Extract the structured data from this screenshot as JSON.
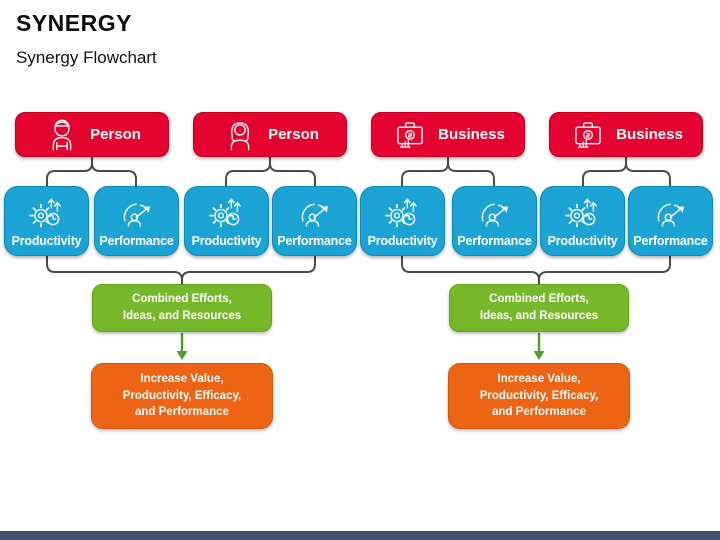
{
  "slide": {
    "title": "SYNERGY",
    "subtitle": "Synergy Flowchart"
  },
  "colors": {
    "source_box": "#e4032e",
    "metric_box": "#1ba3d4",
    "combined_box": "#77b82a",
    "result_box": "#ee6415",
    "connector": "#4a4a4a",
    "arrow": "#4e9c2e",
    "footer_bar": "#44526b",
    "title_text": "#0d0d0d",
    "box_text": "#ffffff"
  },
  "groups": [
    {
      "source": {
        "label": "Person",
        "icon": "man-icon"
      },
      "metrics": [
        {
          "label": "Productivity",
          "icon": "productivity-icon"
        },
        {
          "label": "Performance",
          "icon": "performance-icon"
        }
      ]
    },
    {
      "source": {
        "label": "Person",
        "icon": "woman-icon"
      },
      "metrics": [
        {
          "label": "Productivity",
          "icon": "productivity-icon"
        },
        {
          "label": "Performance",
          "icon": "performance-icon"
        }
      ]
    },
    {
      "source": {
        "label": "Business",
        "icon": "briefcase-icon"
      },
      "metrics": [
        {
          "label": "Productivity",
          "icon": "productivity-icon"
        },
        {
          "label": "Performance",
          "icon": "performance-icon"
        }
      ]
    },
    {
      "source": {
        "label": "Business",
        "icon": "briefcase-icon"
      },
      "metrics": [
        {
          "label": "Productivity",
          "icon": "productivity-icon"
        },
        {
          "label": "Performance",
          "icon": "performance-icon"
        }
      ]
    }
  ],
  "outcomes": [
    {
      "combined": "Combined Efforts,\nIdeas, and Resources",
      "result": "Increase Value,\nProductivity, Efficacy,\nand Performance"
    },
    {
      "combined": "Combined Efforts,\nIdeas, and Resources",
      "result": "Increase Value,\nProductivity, Efficacy,\nand Performance"
    }
  ]
}
